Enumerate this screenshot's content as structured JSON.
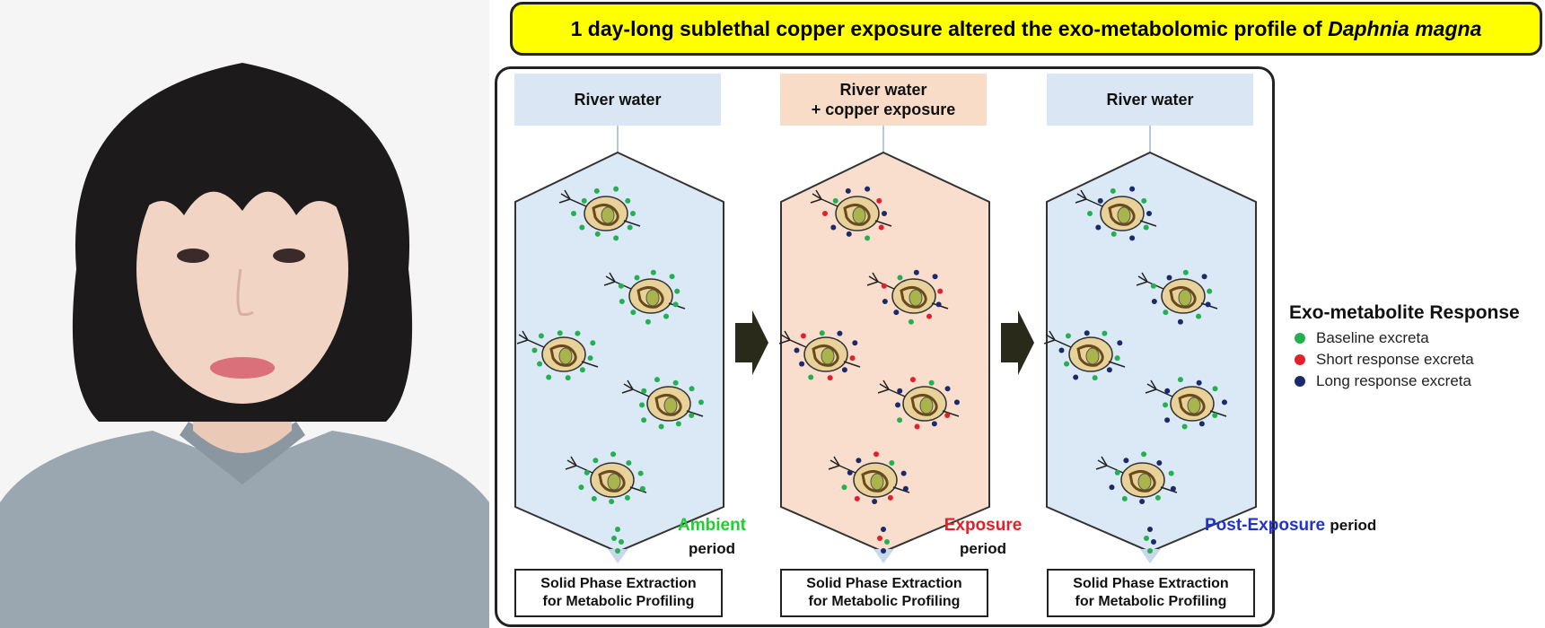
{
  "title": {
    "prefix": "1 day-long sublethal copper exposure altered the exo-metabolomic profile of ",
    "species": "Daphnia magna"
  },
  "stages": [
    {
      "label_lines": [
        "River water"
      ],
      "header_color": "#dbe6f4",
      "vessel_color": "#dbe8f6",
      "period_title": "Ambient",
      "period_color": "#22cc33",
      "period_sub": "period",
      "spe_lines": [
        "Solid Phase Extraction",
        "for Metabolic Profiling"
      ]
    },
    {
      "label_lines": [
        "River water",
        "+ copper exposure"
      ],
      "header_color": "#f8dcc8",
      "vessel_color": "#f9ddcd",
      "period_title": "Exposure",
      "period_color": "#e0202a",
      "period_sub": "period",
      "spe_lines": [
        "Solid Phase Extraction",
        "for Metabolic Profiling"
      ]
    },
    {
      "label_lines": [
        "River water"
      ],
      "header_color": "#dbe6f4",
      "vessel_color": "#dbe8f6",
      "period_title": "Post-Exposure",
      "period_color": "#2233cc",
      "period_sub": "period",
      "spe_lines": [
        "Solid Phase Extraction",
        "for Metabolic Profiling"
      ]
    }
  ],
  "legend": {
    "title": "Exo-metabolite Response",
    "items": [
      {
        "label": "Baseline excreta",
        "color": "#22b050"
      },
      {
        "label": "Short response excreta",
        "color": "#e0202a"
      },
      {
        "label": "Long response excreta",
        "color": "#1a2a6a"
      }
    ]
  },
  "colors": {
    "banner": "#ffff00",
    "arrow": "#2a2a1a",
    "daphnia_body": "#e8d29a",
    "daphnia_gut": "#6a4a1a"
  },
  "icons": [
    "daphnia-icon",
    "right-arrow-icon",
    "drip-icon"
  ]
}
